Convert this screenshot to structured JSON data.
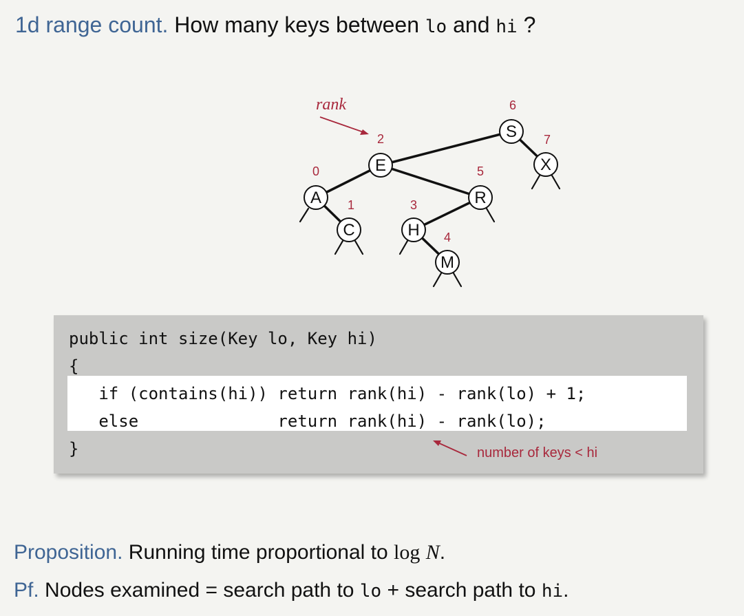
{
  "heading": {
    "term": "1d range count.",
    "question_start": "How many keys between",
    "lo": "lo",
    "and": "and",
    "hi": "hi",
    "qmark": "?"
  },
  "tree": {
    "rank_label": "rank",
    "nodes": [
      {
        "key": "A",
        "rank": "0"
      },
      {
        "key": "C",
        "rank": "1"
      },
      {
        "key": "E",
        "rank": "2"
      },
      {
        "key": "H",
        "rank": "3"
      },
      {
        "key": "M",
        "rank": "4"
      },
      {
        "key": "R",
        "rank": "5"
      },
      {
        "key": "S",
        "rank": "6"
      },
      {
        "key": "X",
        "rank": "7"
      }
    ]
  },
  "code": {
    "line1": "public int size(Key lo, Key hi)",
    "line2": "{",
    "line3": "   if (contains(hi)) return rank(hi) - rank(lo) + 1;",
    "line4": "   else              return rank(hi) - rank(lo);",
    "line5": "}",
    "note": "number of keys < hi"
  },
  "proposition": {
    "label": "Proposition.",
    "text": "Running time proportional to",
    "log": "log",
    "n": "N",
    "period": "."
  },
  "proof": {
    "label": "Pf.",
    "text1": "Nodes examined = search path to",
    "lo": "lo",
    "plus": "+ search path to",
    "hi": "hi",
    "period": "."
  },
  "colors": {
    "accent_blue": "#3f6594",
    "annotation_red": "#a8283c",
    "code_box": "#c9c9c7",
    "highlight": "#ffffff"
  }
}
